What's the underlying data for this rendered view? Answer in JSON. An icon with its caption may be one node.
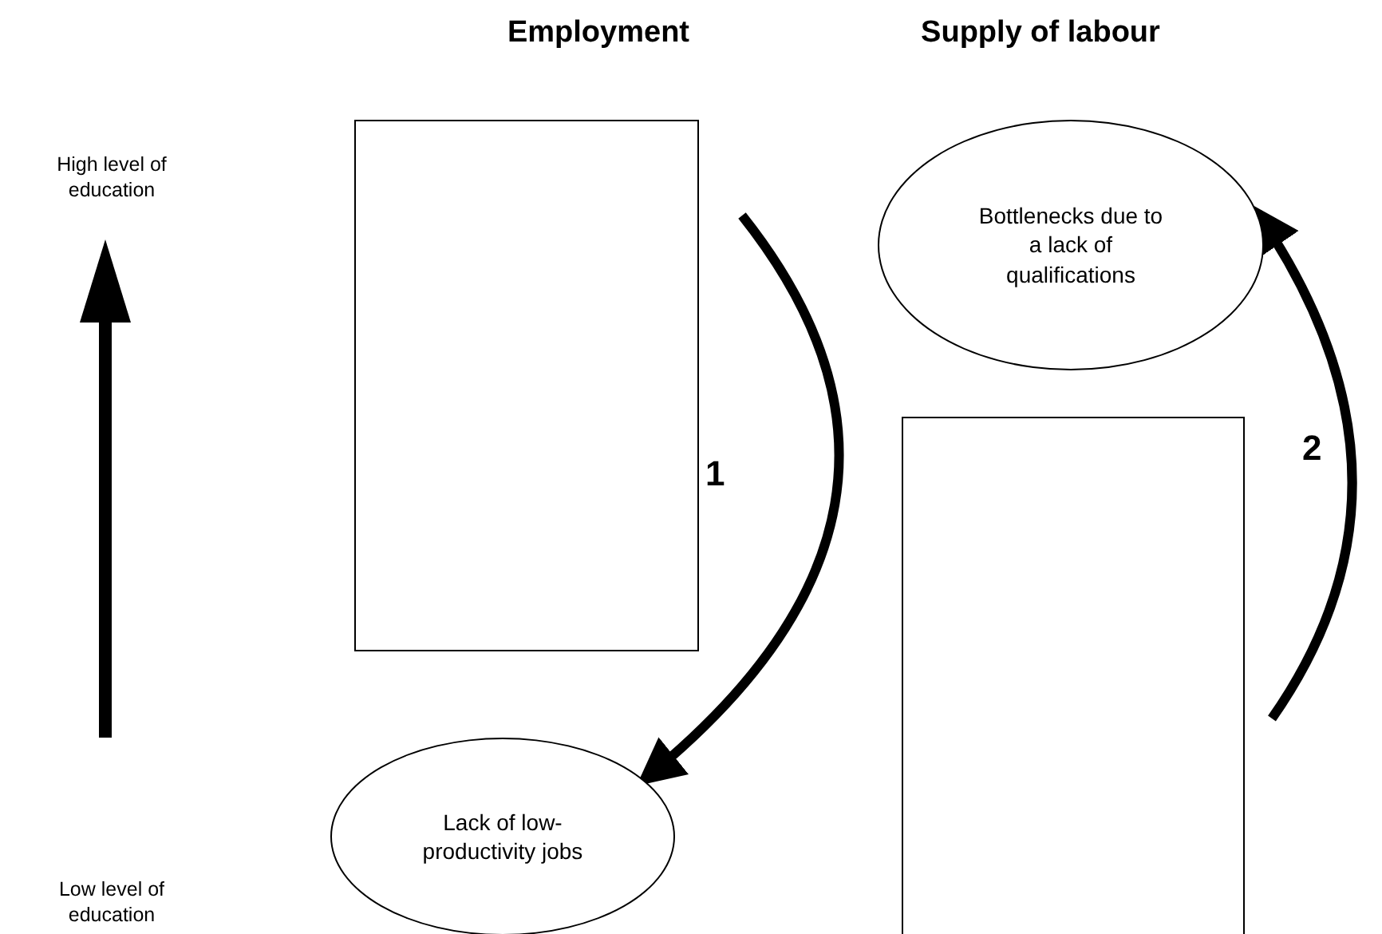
{
  "diagram": {
    "nodes": [
      {
        "text": [],
        "shape": "box"
      },
      {
        "text": [
          "Bottlenecks due to a lack of qualifications"
        ]
      },
      {
        "text": [],
        "shape": "box"
      },
      {
        "text": [
          "Lack of low-productivity jobs"
        ]
      }
    ],
    "edges": [
      {
        "from": null,
        "to": 3,
        "arrow": "to",
        "label": "1"
      },
      {
        "from": null,
        "to": 1,
        "arrow": "to",
        "label": "2"
      }
    ],
    "labels": [
      "Employment",
      "Supply of labour",
      "High level of education",
      "Low level of education"
    ]
  }
}
